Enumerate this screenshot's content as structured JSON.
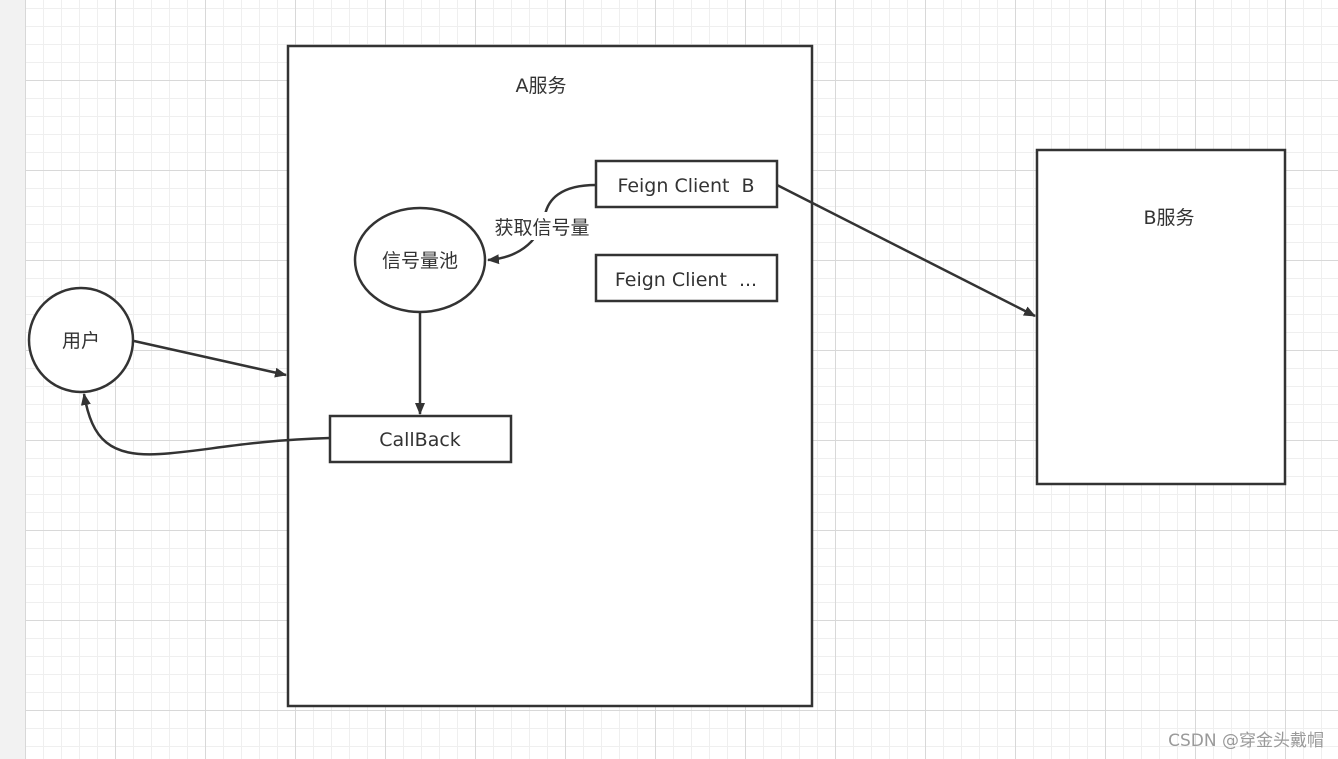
{
  "diagram": {
    "service_a_label": "A服务",
    "service_b_label": "B服务",
    "semaphore_pool_label": "信号量池",
    "feign_client_b_label": "Feign Client  B",
    "feign_client_more_label": "Feign Client  ...",
    "callback_label": "CallBack",
    "user_label": "用户",
    "acquire_semaphore_label": "获取信号量"
  },
  "watermark": {
    "text": "CSDN @穿金头戴帽"
  },
  "colors": {
    "stroke": "#333333",
    "grid_major": "#d8d8d8",
    "grid_minor": "#efefef"
  }
}
